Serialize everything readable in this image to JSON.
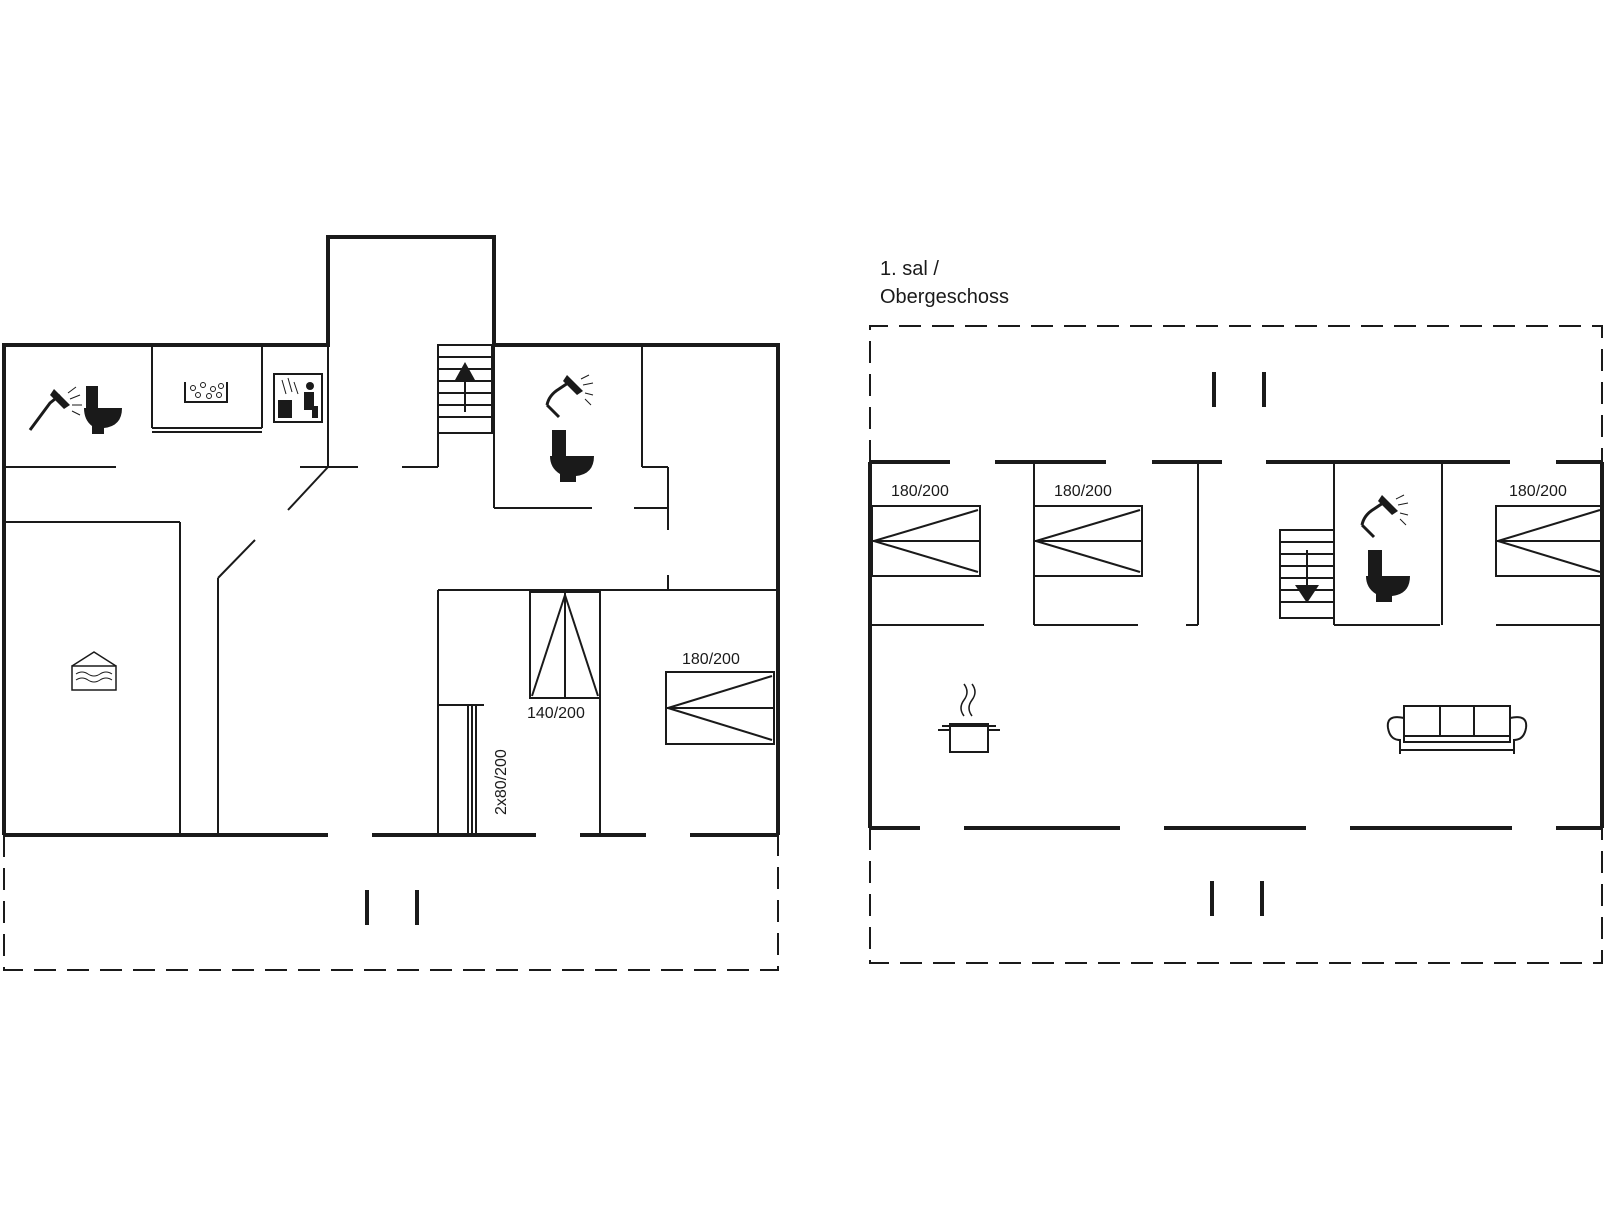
{
  "floor_upper": {
    "title_line1": "1. sal /",
    "title_line2": "Obergeschoss"
  },
  "beds": {
    "ground_double": "180/200",
    "ground_140": "140/200",
    "ground_twin": "2x80/200",
    "upper_1": "180/200",
    "upper_2": "180/200",
    "upper_3": "180/200"
  },
  "icons": {
    "shower": "shower-icon",
    "toilet": "toilet-icon",
    "whirlpool": "whirlpool-icon",
    "sauna": "sauna-icon",
    "utility": "utility-room-icon",
    "stairs_up": "stairs-up-icon",
    "stairs_down": "stairs-down-icon",
    "kitchen": "cooking-pot-icon",
    "sofa": "sofa-icon"
  },
  "colors": {
    "line": "#1a1a1a",
    "background": "#ffffff"
  }
}
